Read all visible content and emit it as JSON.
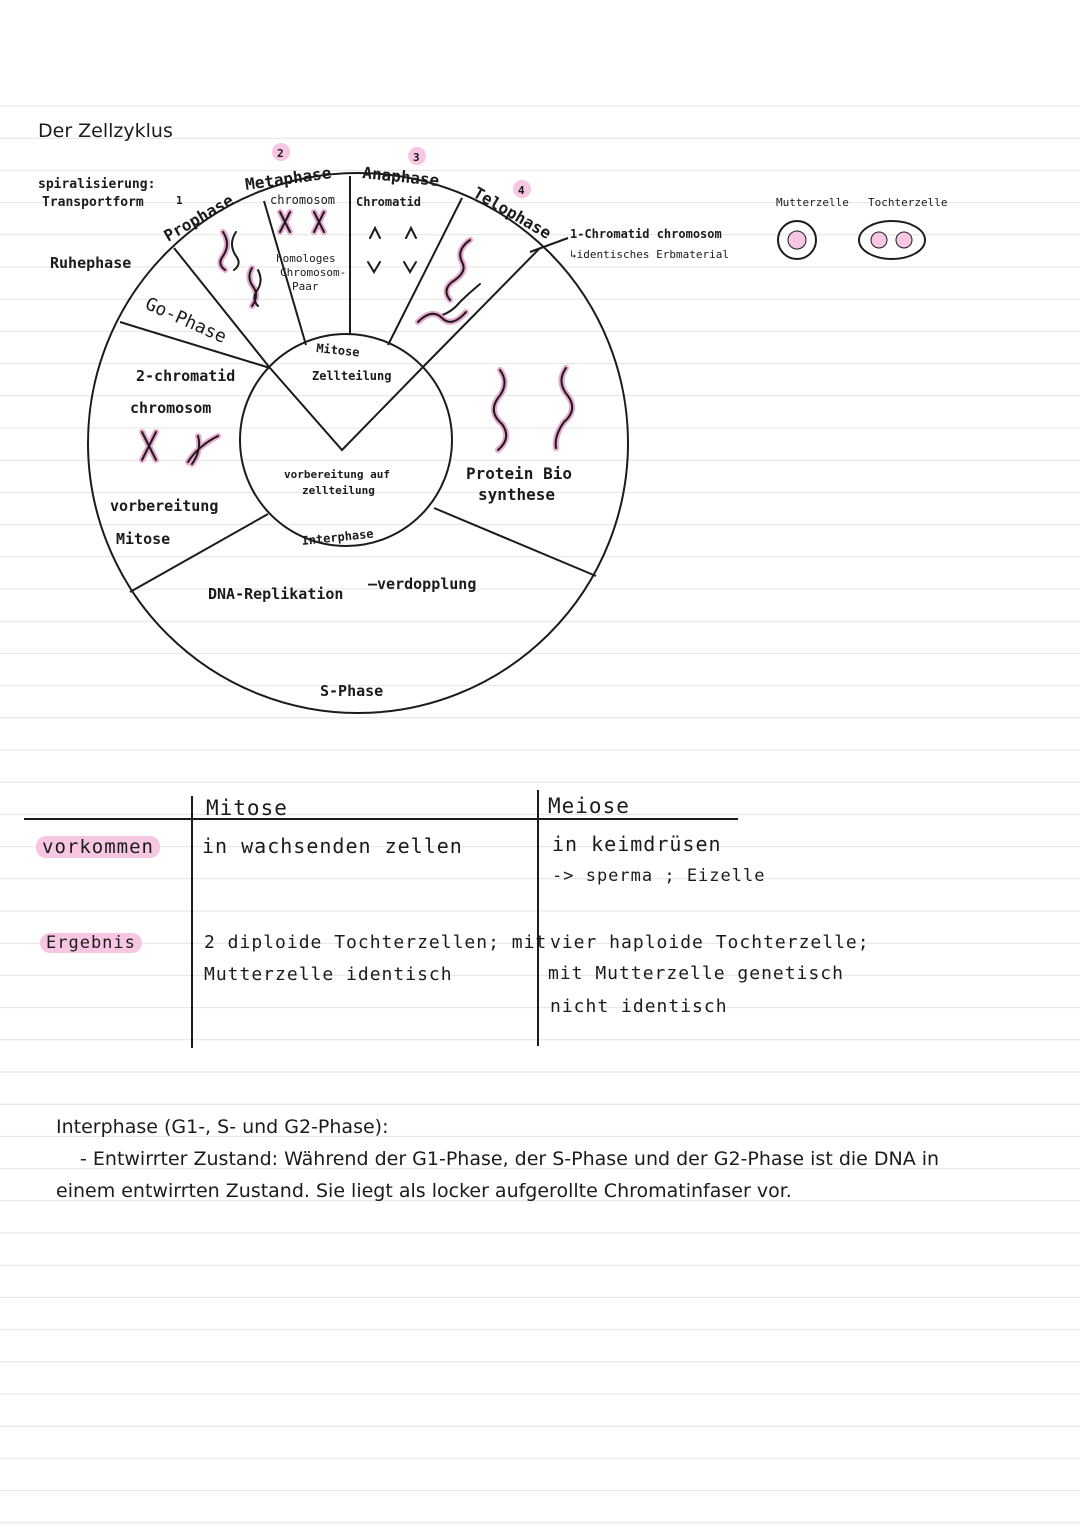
{
  "page": {
    "title": "Der Zellzyklus"
  },
  "diagram": {
    "spiral_label_1": "spiralisierung:",
    "spiral_label_2": "Transportform",
    "rest_phase": "Ruhephase",
    "g0_phase": "Go-Phase",
    "phases": {
      "prophase": {
        "number": "1",
        "label": "Prophase"
      },
      "metaphase": {
        "number": "2",
        "label": "Metaphase",
        "note_top": "chromosom",
        "note_bottom_1": "homologes",
        "note_bottom_2": "Chromosom-",
        "note_bottom_3": "Paar"
      },
      "anaphase": {
        "number": "3",
        "label": "Anaphase",
        "note": "Chromatid"
      },
      "telophase": {
        "number": "4",
        "label": "Telophase"
      }
    },
    "telo_note_1": "1-Chromatid chromosom",
    "telo_note_2": "↳identisches Erbmaterial",
    "mitose": "Mitose",
    "zellteilung": "Zellteilung",
    "vorbereitung_center_1": "vorbereitung auf",
    "vorbereitung_center_2": "zellteilung",
    "interphase": "Interphase",
    "two_chromatid_1": "2-chromatid",
    "two_chromatid_2": "chromosom",
    "prep_mitosis_1": "vorbereitung",
    "prep_mitosis_2": "Mitose",
    "protein_1": "Protein Bio",
    "protein_2": "synthese",
    "dna_replication": "DNA-Replikation",
    "verdopplung": "—verdopplung",
    "s_phase": "S-Phase",
    "mother_cell": "Mutterzelle",
    "daughter_cell": "Tochterzelle",
    "colors": {
      "highlight": "#f6c6e3",
      "pink": "#e9a6cf",
      "ink": "#1b1b1b"
    }
  },
  "table": {
    "headers": [
      "",
      "Mitose",
      "Meiose"
    ],
    "rows": [
      {
        "label": "vorkommen",
        "mitose": [
          "in wachsenden zellen"
        ],
        "meiose": [
          "in keimdrüsen",
          "-> sperma ; Eizelle"
        ]
      },
      {
        "label": "Ergebnis",
        "mitose": [
          "2 diploide Tochterzellen; mit",
          "Mutterzelle  identisch"
        ],
        "meiose": [
          "vier haploide Tochterzelle;",
          "mit Mutterzelle genetisch",
          "nicht identisch"
        ]
      }
    ]
  },
  "note": {
    "heading": "Interphase (G1-, S- und G2-Phase):",
    "line1": "- Entwirrter Zustand: Während der G1-Phase, der S-Phase und der G2-Phase ist die DNA in",
    "line2": "einem entwirrten Zustand. Sie liegt als locker aufgerollte Chromatinfaser vor."
  }
}
